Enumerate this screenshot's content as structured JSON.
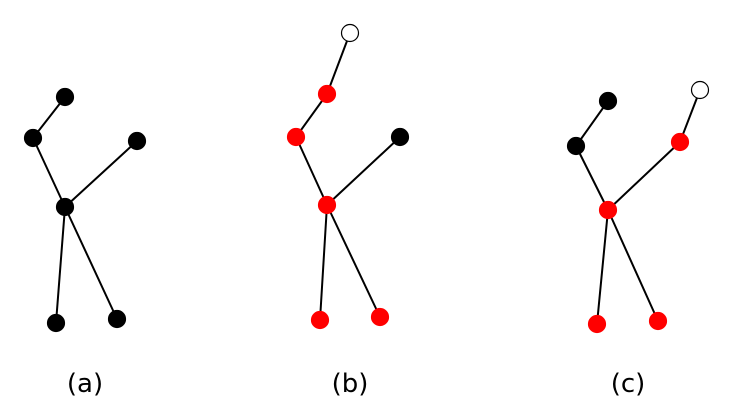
{
  "colors": {
    "background": "#ffffff",
    "edge": "#000000",
    "node_black": "#000000",
    "node_red": "#ff0000",
    "node_hollow_fill": "#ffffff",
    "node_hollow_stroke": "#000000"
  },
  "panels": [
    {
      "id": "a",
      "caption": "(a)",
      "nodes": {
        "n1": "black",
        "n2": "black",
        "n3": "black",
        "n4": "black",
        "n5": "black",
        "n6": "black"
      }
    },
    {
      "id": "b",
      "caption": "(b)",
      "nodes": {
        "n0": "hollow",
        "n1": "red",
        "n2": "red",
        "n3": "black",
        "n4": "red",
        "n5": "red",
        "n6": "red"
      }
    },
    {
      "id": "c",
      "caption": "(c)",
      "nodes": {
        "n1": "black",
        "n2": "black",
        "n3": "red",
        "n4": "red",
        "n5": "red",
        "n6": "red",
        "n7": "hollow"
      }
    }
  ]
}
